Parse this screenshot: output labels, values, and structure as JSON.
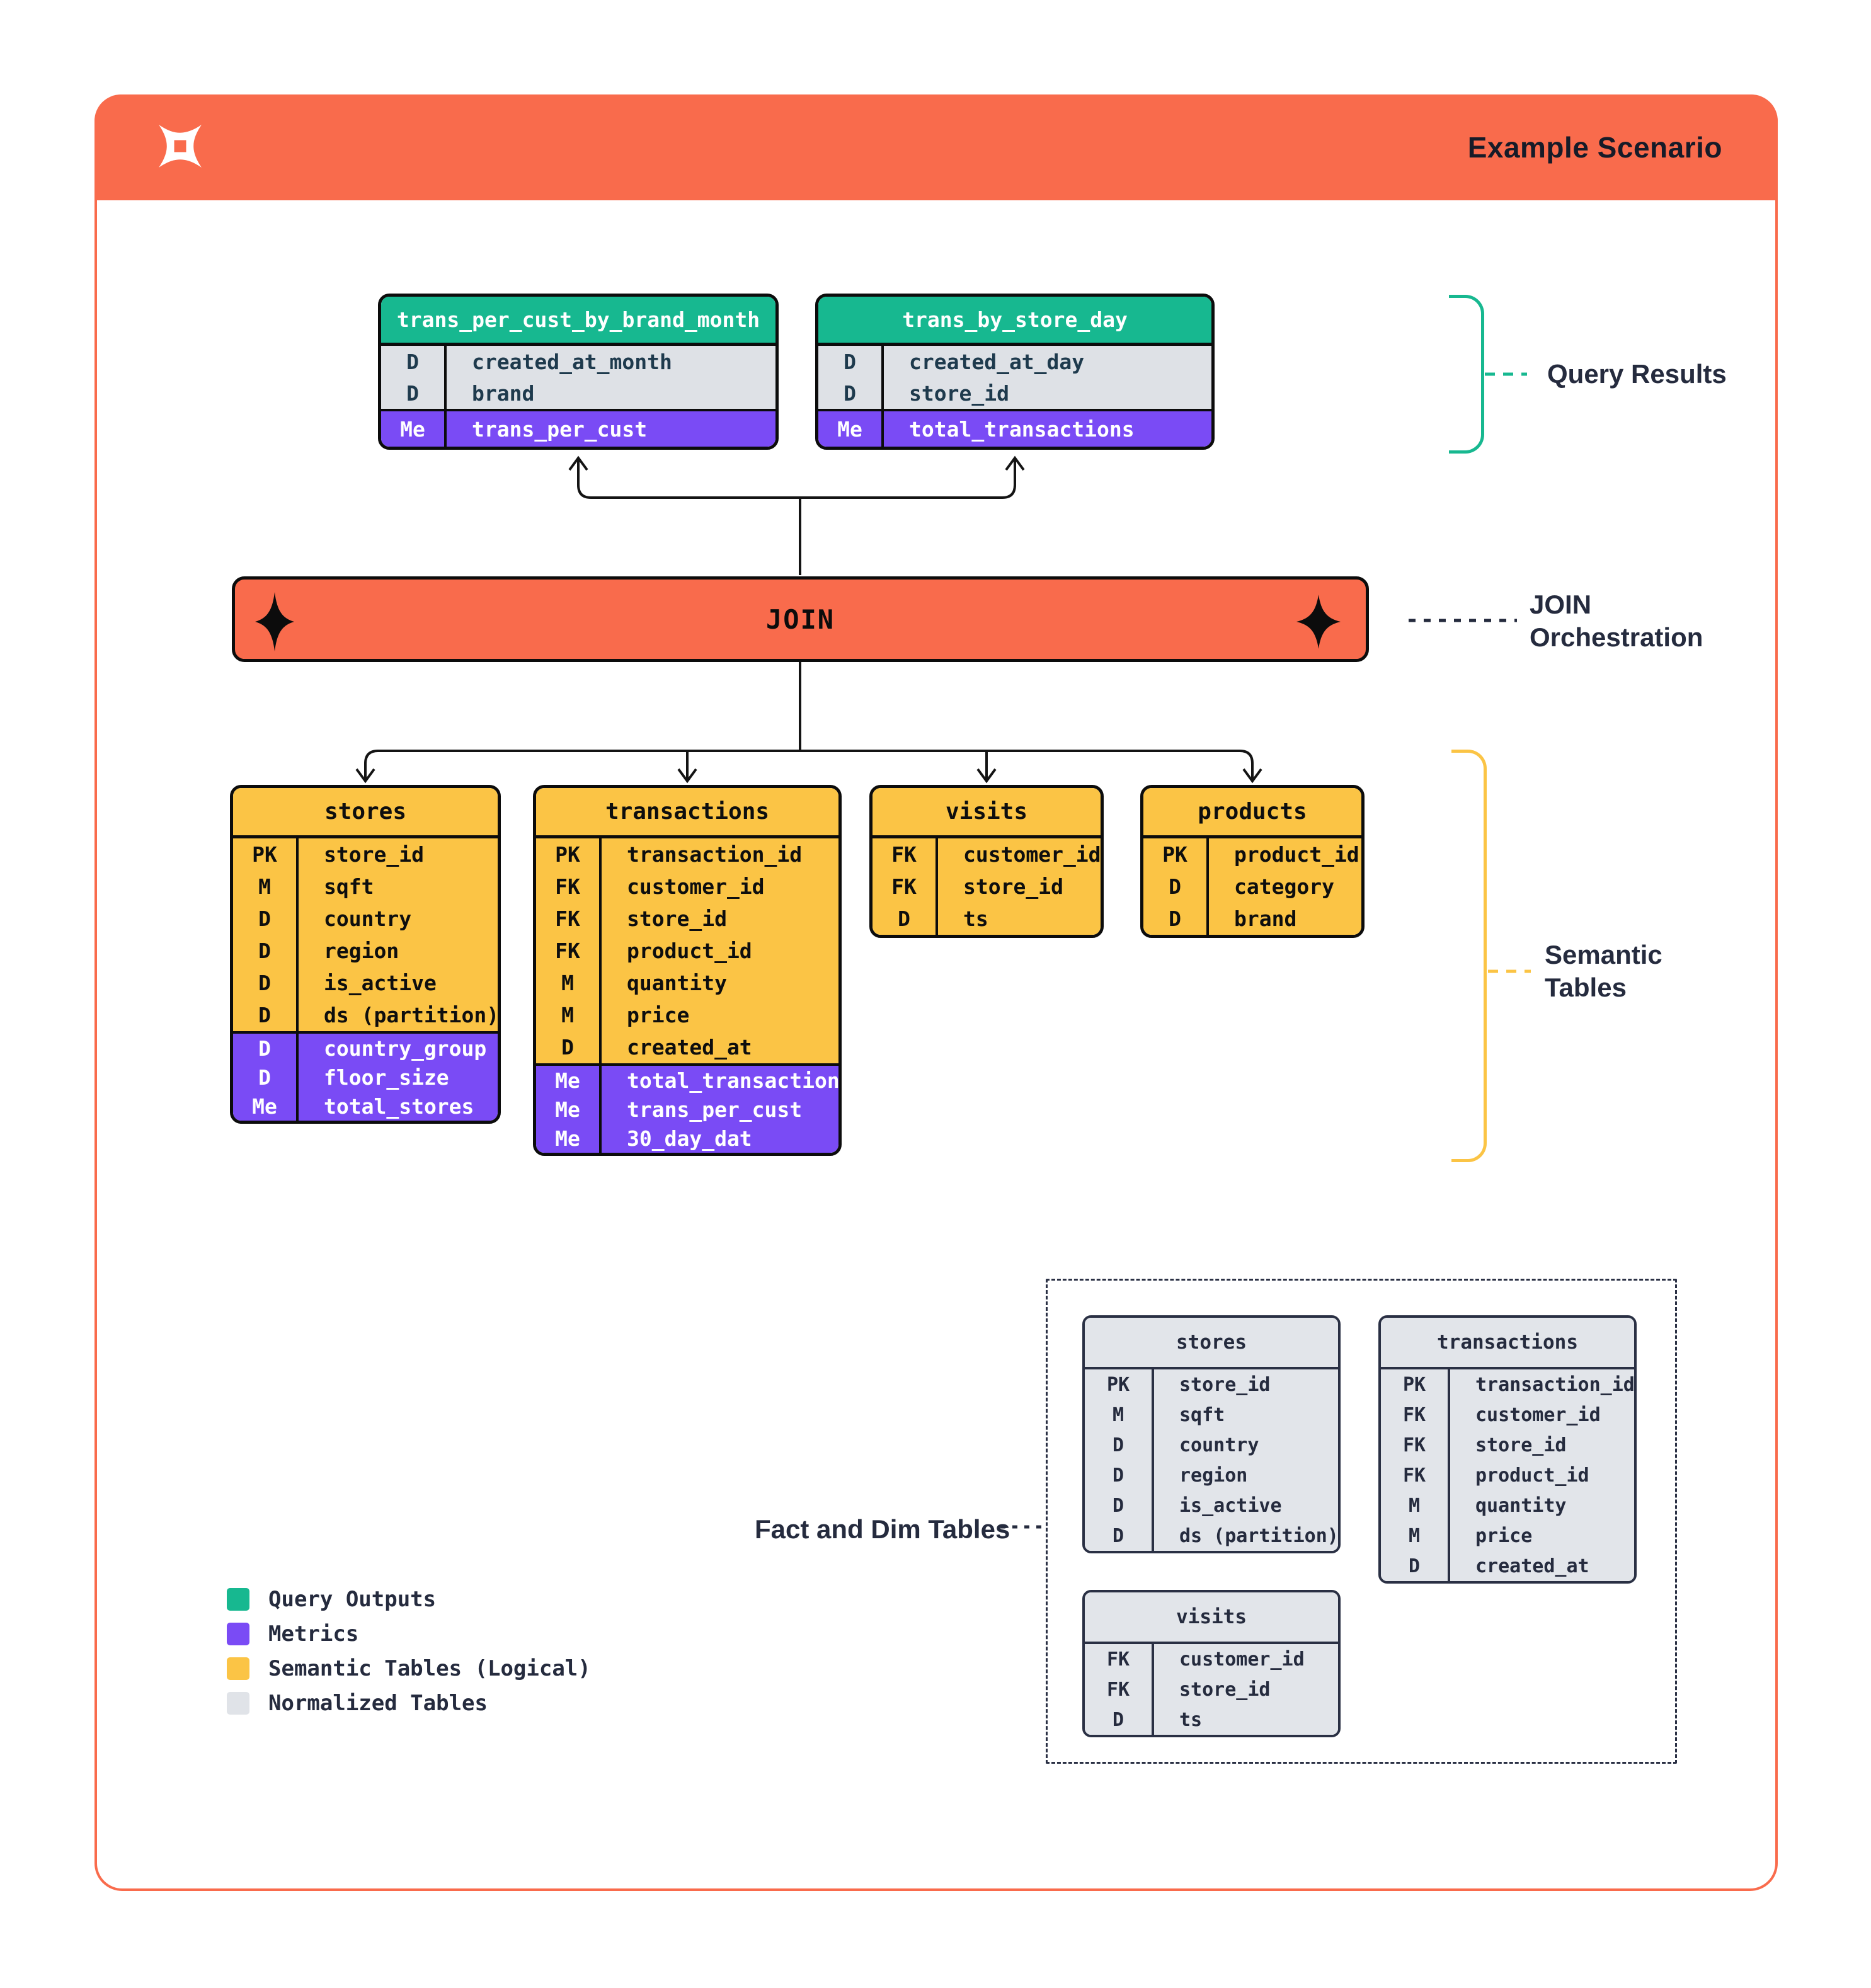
{
  "header": {
    "title": "Example Scenario"
  },
  "colors": {
    "accent_orange": "#F96B4C",
    "query_output_green": "#17B890",
    "metric_purple": "#7A4BF5",
    "semantic_yellow": "#FBC445",
    "normalized_gray": "#E2E5EA",
    "label_navy": "#252B3E"
  },
  "annotations": {
    "query_results": "Query Results",
    "join_line1": "JOIN",
    "join_line2": "Orchestration",
    "semantic_line1": "Semantic",
    "semantic_line2": "Tables",
    "fact_dim": "Fact and Dim Tables"
  },
  "join_bar": {
    "label": "JOIN"
  },
  "query_tables": [
    {
      "name": "trans_per_cust_by_brand_month",
      "cols": [
        {
          "k": "D",
          "n": "created_at_month"
        },
        {
          "k": "D",
          "n": "brand"
        }
      ],
      "mets": [
        {
          "k": "Me",
          "n": "trans_per_cust"
        }
      ]
    },
    {
      "name": "trans_by_store_day",
      "cols": [
        {
          "k": "D",
          "n": "created_at_day"
        },
        {
          "k": "D",
          "n": "store_id"
        }
      ],
      "mets": [
        {
          "k": "Me",
          "n": "total_transactions"
        }
      ]
    }
  ],
  "semantic_tables": [
    {
      "name": "stores",
      "cols": [
        {
          "k": "PK",
          "n": "store_id"
        },
        {
          "k": "M",
          "n": "sqft"
        },
        {
          "k": "D",
          "n": "country"
        },
        {
          "k": "D",
          "n": "region"
        },
        {
          "k": "D",
          "n": "is_active"
        },
        {
          "k": "D",
          "n": "ds (partition)"
        }
      ],
      "mets": [
        {
          "k": "D",
          "n": "country_group"
        },
        {
          "k": "D",
          "n": "floor_size"
        },
        {
          "k": "Me",
          "n": "total_stores"
        }
      ]
    },
    {
      "name": "transactions",
      "cols": [
        {
          "k": "PK",
          "n": "transaction_id"
        },
        {
          "k": "FK",
          "n": "customer_id"
        },
        {
          "k": "FK",
          "n": "store_id"
        },
        {
          "k": "FK",
          "n": "product_id"
        },
        {
          "k": "M",
          "n": "quantity"
        },
        {
          "k": "M",
          "n": "price"
        },
        {
          "k": "D",
          "n": "created_at"
        }
      ],
      "mets": [
        {
          "k": "Me",
          "n": "total_transactions"
        },
        {
          "k": "Me",
          "n": "trans_per_cust"
        },
        {
          "k": "Me",
          "n": "30_day_dat"
        }
      ]
    },
    {
      "name": "visits",
      "cols": [
        {
          "k": "FK",
          "n": "customer_id"
        },
        {
          "k": "FK",
          "n": "store_id"
        },
        {
          "k": "D",
          "n": "ts"
        }
      ],
      "mets": []
    },
    {
      "name": "products",
      "cols": [
        {
          "k": "PK",
          "n": "product_id"
        },
        {
          "k": "D",
          "n": "category"
        },
        {
          "k": "D",
          "n": "brand"
        }
      ],
      "mets": []
    }
  ],
  "normalized_tables": [
    {
      "name": "stores",
      "cols": [
        {
          "k": "PK",
          "n": "store_id"
        },
        {
          "k": "M",
          "n": "sqft"
        },
        {
          "k": "D",
          "n": "country"
        },
        {
          "k": "D",
          "n": "region"
        },
        {
          "k": "D",
          "n": "is_active"
        },
        {
          "k": "D",
          "n": "ds (partition)"
        }
      ]
    },
    {
      "name": "transactions",
      "cols": [
        {
          "k": "PK",
          "n": "transaction_id"
        },
        {
          "k": "FK",
          "n": "customer_id"
        },
        {
          "k": "FK",
          "n": "store_id"
        },
        {
          "k": "FK",
          "n": "product_id"
        },
        {
          "k": "M",
          "n": "quantity"
        },
        {
          "k": "M",
          "n": "price"
        },
        {
          "k": "D",
          "n": "created_at"
        }
      ]
    },
    {
      "name": "visits",
      "cols": [
        {
          "k": "FK",
          "n": "customer_id"
        },
        {
          "k": "FK",
          "n": "store_id"
        },
        {
          "k": "D",
          "n": "ts"
        }
      ]
    }
  ],
  "legend": [
    {
      "label": "Query Outputs",
      "color": "#17B890"
    },
    {
      "label": "Metrics",
      "color": "#7A4BF5"
    },
    {
      "label": "Semantic Tables (Logical)",
      "color": "#FBC445"
    },
    {
      "label": "Normalized Tables",
      "color": "#E0E3E8"
    }
  ]
}
